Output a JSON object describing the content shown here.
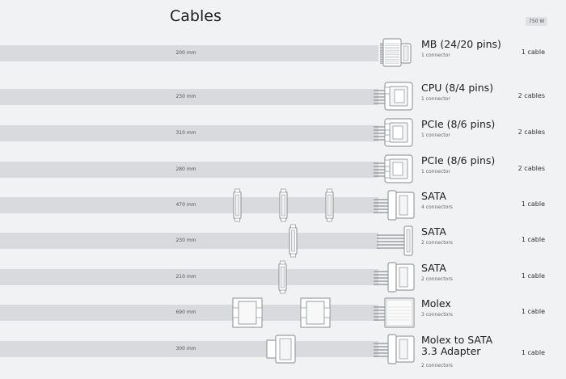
{
  "header": {
    "title": "Cables",
    "wattage": "750 W"
  },
  "cables": [
    {
      "length": "200 mm",
      "name": "MB (24/20 pins)",
      "connectors": "1 connector",
      "quantity": "1 cable",
      "end": "mb",
      "inline": []
    },
    {
      "length": "230 mm",
      "name": "CPU (8/4 pins)",
      "connectors": "1 connector",
      "quantity": "2 cables",
      "end": "eps",
      "inline": []
    },
    {
      "length": "310 mm",
      "name": "PCIe (8/6 pins)",
      "connectors": "1 connector",
      "quantity": "2 cables",
      "end": "pcie",
      "inline": []
    },
    {
      "length": "280 mm",
      "name": "PCIe (8/6 pins)",
      "connectors": "1 connector",
      "quantity": "2 cables",
      "end": "pcie",
      "inline": []
    },
    {
      "length": "470 mm",
      "name": "SATA",
      "connectors": "4 connectors",
      "quantity": "1 cable",
      "end": "sata-end",
      "inline": [
        "sata",
        "sata",
        "sata"
      ]
    },
    {
      "length": "230 mm",
      "name": "SATA",
      "connectors": "2 connectors",
      "quantity": "1 cable",
      "end": "sata-slim",
      "inline": [
        "sata"
      ]
    },
    {
      "length": "210 mm",
      "name": "SATA",
      "connectors": "2 connectors",
      "quantity": "1 cable",
      "end": "sata-end",
      "inline": [
        "sata"
      ]
    },
    {
      "length": "690 mm",
      "name": "Molex",
      "connectors": "3 connectors",
      "quantity": "1 cable",
      "end": "molex-end",
      "inline": [
        "molex",
        "molex"
      ]
    },
    {
      "length": "300 mm",
      "name": "Molex to SATA 3.3 Adapter",
      "connectors": "2 connectors",
      "quantity": "1 cable",
      "end": "sata-end",
      "inline": [
        "molex-adapter"
      ]
    }
  ]
}
